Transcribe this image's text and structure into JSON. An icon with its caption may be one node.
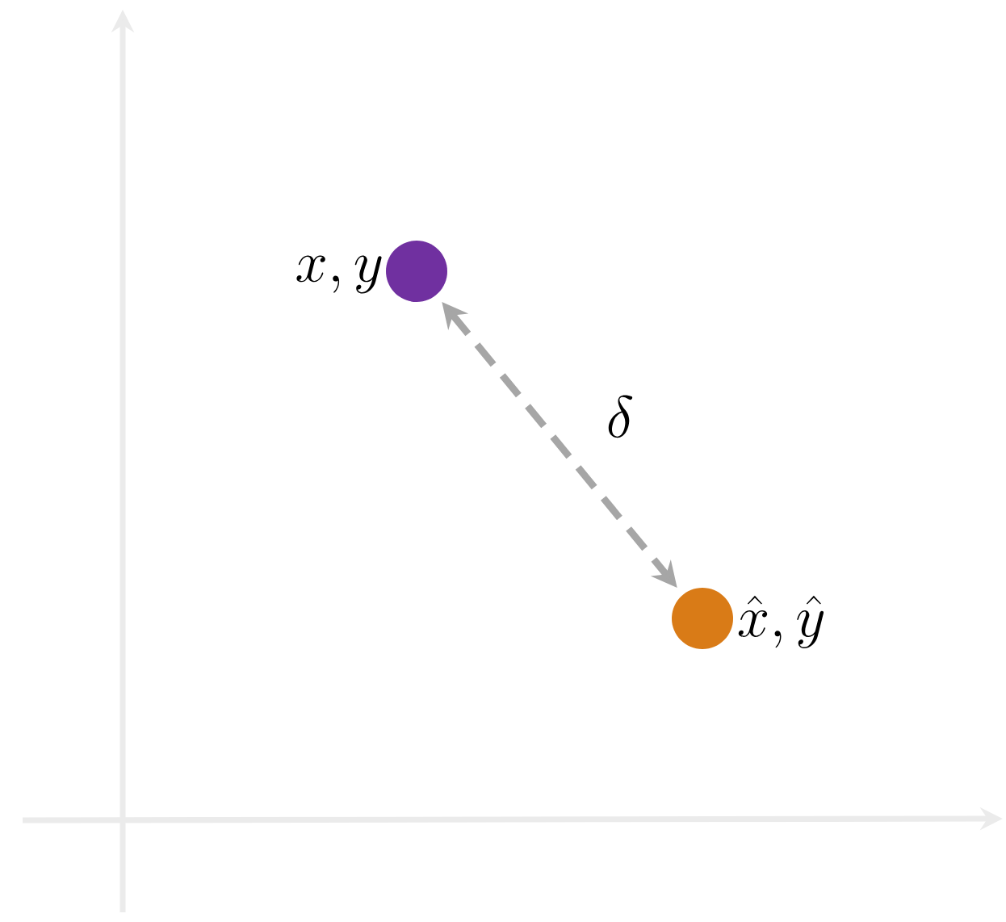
{
  "diagram": {
    "nodes": [
      {
        "text": [],
        "shape": "circle",
        "beside": [
          "x, y"
        ]
      },
      {
        "text": [],
        "shape": "circle",
        "beside": [
          "\\hat{x}, \\hat{y}"
        ]
      }
    ],
    "edges": [
      {
        "from": 0,
        "to": 1,
        "arrow": "both",
        "style": "dashed",
        "color": "#a6a6a6",
        "label": "\\delta"
      }
    ]
  }
}
